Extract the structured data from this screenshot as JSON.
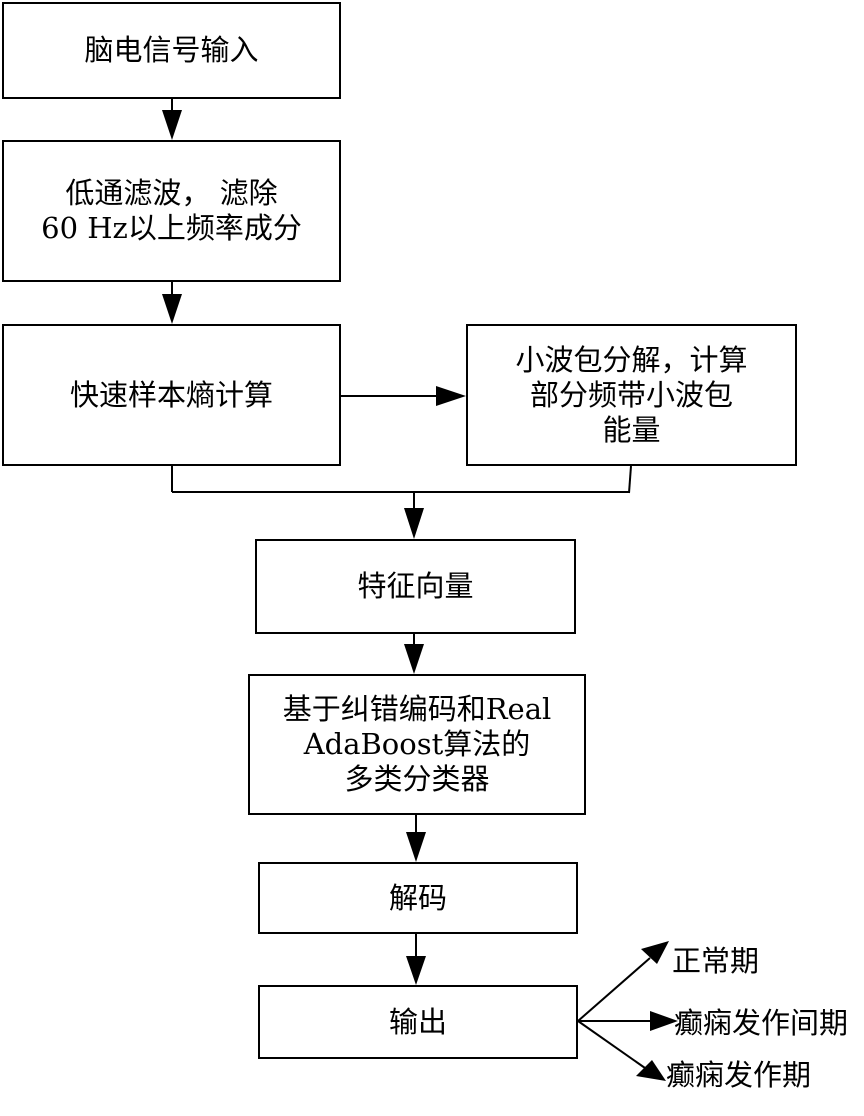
{
  "steps": {
    "eeg_input": "脑电信号输入",
    "lowpass_line1": "低通滤波， 滤除",
    "lowpass_line2": "60 Hz以上频率成分",
    "fast_sample_entropy": "快速样本熵计算",
    "wavelet_line1": "小波包分解，计算",
    "wavelet_line2": "部分频带小波包",
    "wavelet_line3": "能量",
    "feature_vector": "特征向量",
    "classifier_line1": "基于纠错编码和Real",
    "classifier_line2": "AdaBoost算法的",
    "classifier_line3": "多类分类器",
    "decode": "解码",
    "output": "输出"
  },
  "outputs": {
    "normal": "正常期",
    "interictal": "癫痫发作间期",
    "ictal": "癫痫发作期"
  }
}
